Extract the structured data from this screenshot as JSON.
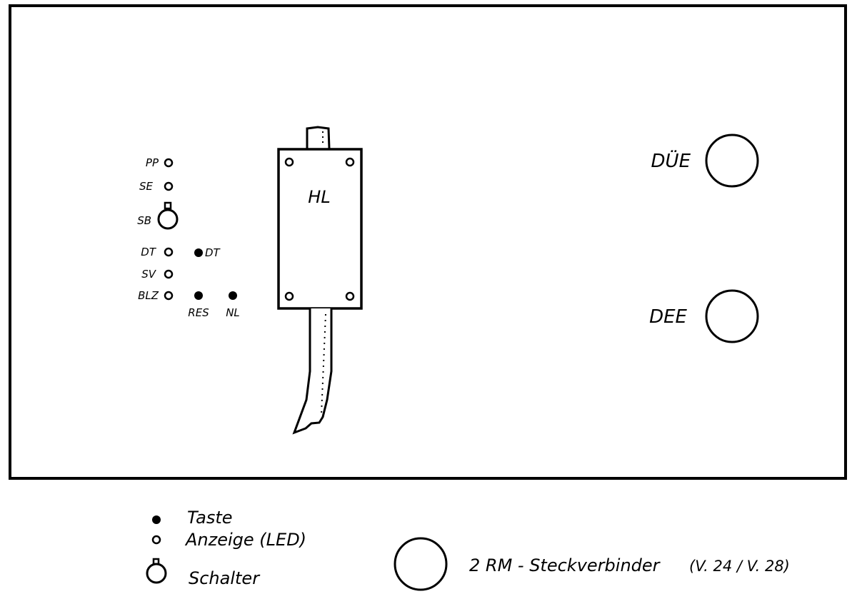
{
  "panel": {
    "leds": [
      {
        "id": "pp",
        "label": "PP"
      },
      {
        "id": "se",
        "label": "SE"
      },
      {
        "id": "dt",
        "label": "DT"
      },
      {
        "id": "sv",
        "label": "SV"
      },
      {
        "id": "blz",
        "label": "BLZ"
      }
    ],
    "switch": {
      "label": "SB"
    },
    "keys": [
      {
        "id": "dt",
        "label": "DT"
      },
      {
        "id": "res",
        "label": "RES"
      },
      {
        "id": "nl",
        "label": "NL"
      }
    ],
    "module_label": "HL",
    "connectors": [
      {
        "id": "due",
        "label": "DÜE"
      },
      {
        "id": "dee",
        "label": "DEE"
      }
    ]
  },
  "legend": {
    "key": "Taste",
    "led": "Anzeige (LED)",
    "switch": "Schalter",
    "connector": "2 RM - Steckverbinder",
    "connector_note": "(V. 24 / V. 28)"
  }
}
